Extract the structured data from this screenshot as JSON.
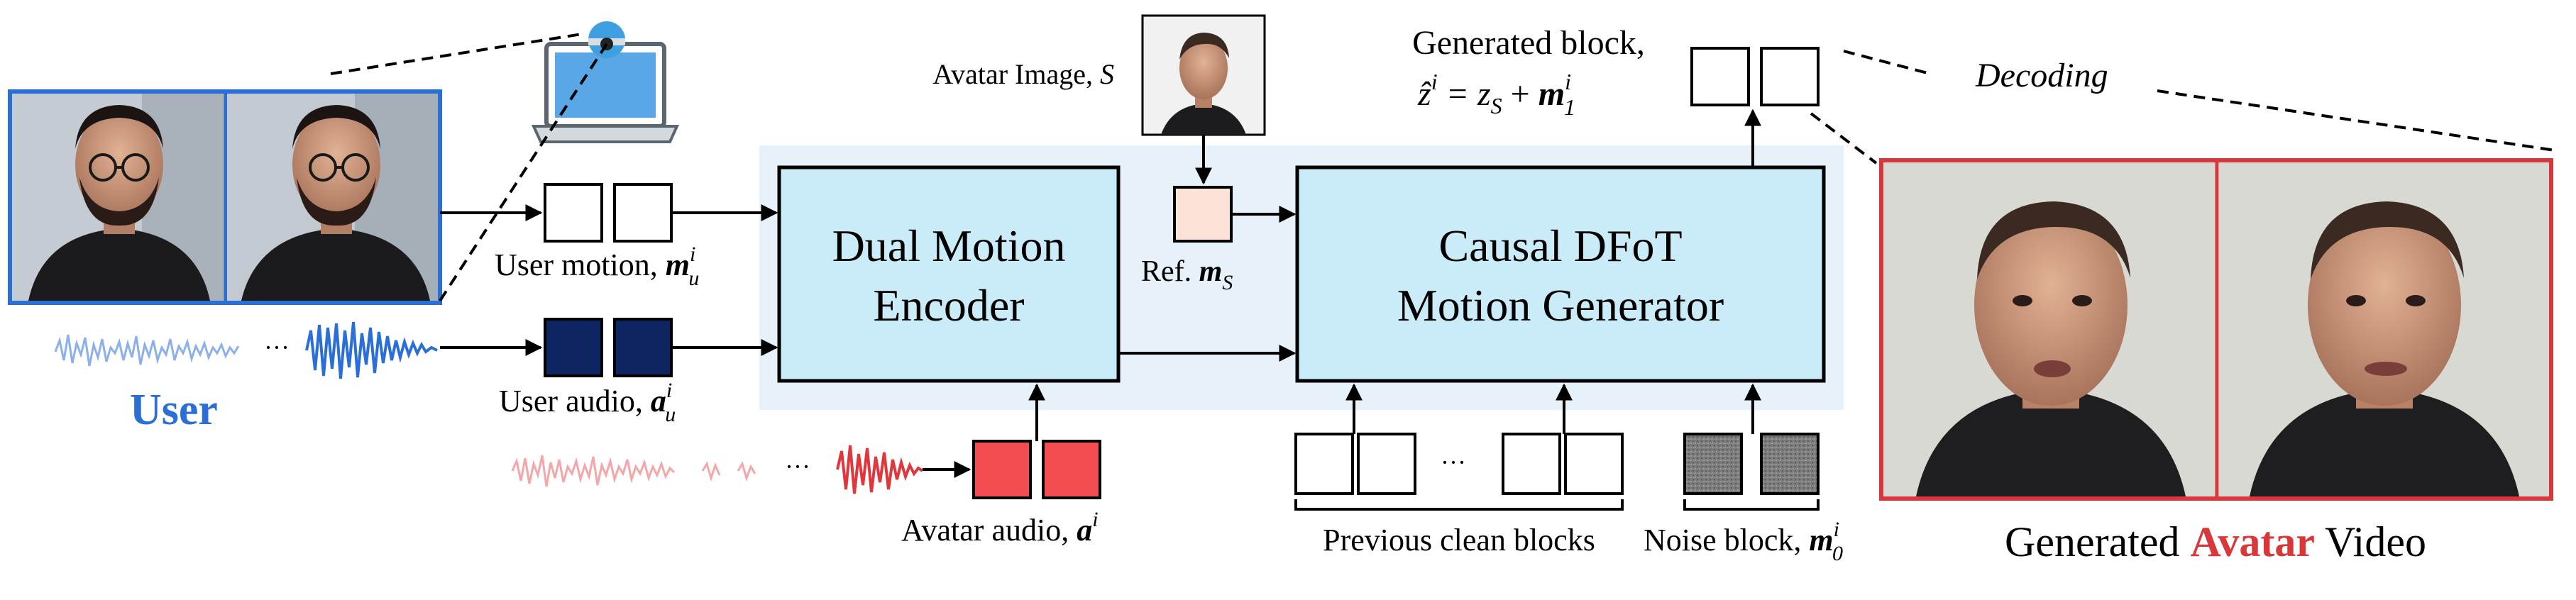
{
  "user": {
    "label": "User",
    "motion_label": "User motion, ",
    "motion_symbol": "m",
    "motion_sub": "u",
    "motion_sup": "i",
    "audio_label": "User audio, ",
    "audio_symbol": "a",
    "audio_sub": "u",
    "audio_sup": "i",
    "ellipsis": "···"
  },
  "avatar_image": {
    "label": "Avatar Image, ",
    "symbol": "S"
  },
  "ref": {
    "label": "Ref. ",
    "symbol": "m",
    "sub": "S"
  },
  "encoder": {
    "line1": "Dual Motion",
    "line2": "Encoder"
  },
  "generator": {
    "line1": "Causal DFoT",
    "line2": "Motion Generator"
  },
  "avatar_audio": {
    "label": "Avatar audio, ",
    "symbol": "a",
    "sup": "i",
    "ellipsis": "···"
  },
  "generated_block": {
    "title": "Generated block,",
    "eq_lhs": "ẑ",
    "eq_sup": "i",
    "eq_mid": " = z",
    "eq_sub_s": "S",
    "eq_plus": " + ",
    "eq_m": "m",
    "eq_m_sub": "1",
    "eq_m_sup": "i"
  },
  "decoding": {
    "label": "Decoding"
  },
  "previous_blocks": {
    "label": "Previous clean blocks",
    "ellipsis": "···"
  },
  "noise_block": {
    "label": "Noise block, ",
    "symbol": "m",
    "sub": "0",
    "sup": "i"
  },
  "output": {
    "prefix": "Generated ",
    "highlight": "Avatar",
    "suffix": " Video"
  },
  "colors": {
    "user_blue": "#2b6fd6",
    "avatar_red": "#d9383a",
    "module_fill": "#c9ecf8",
    "panel_bg": "#e6f1fa",
    "navy": "#0d2560",
    "red_block": "#f24e52",
    "ref_fill": "#fde2d8",
    "noise_gray": "#7d7d7d"
  }
}
